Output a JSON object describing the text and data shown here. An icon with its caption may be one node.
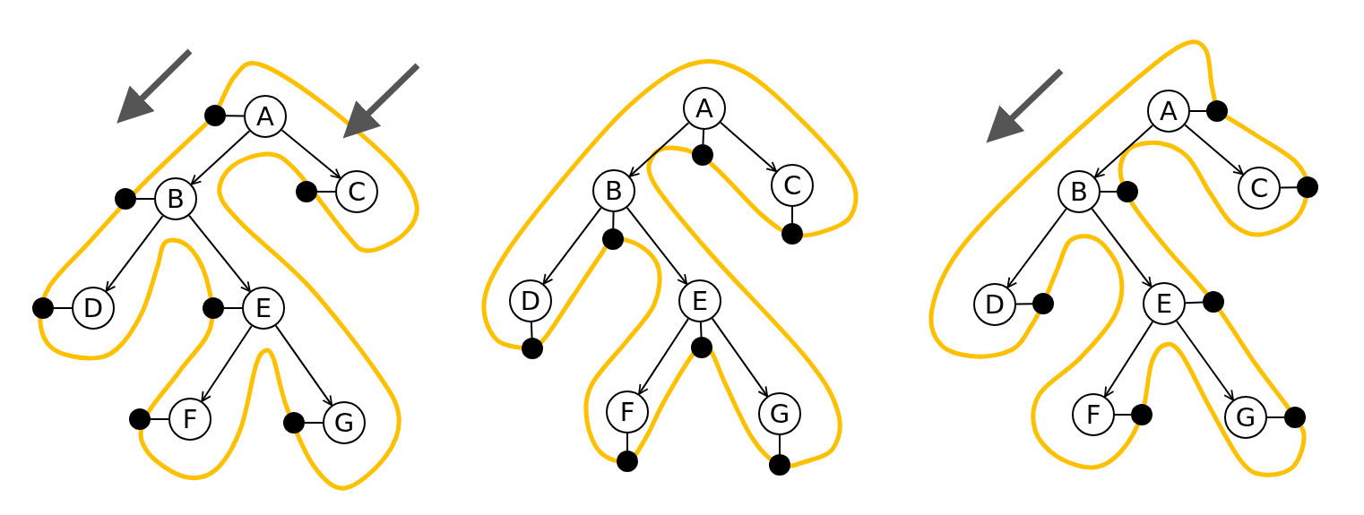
{
  "diagram": {
    "nodes": [
      {
        "text": [
          "A"
        ]
      },
      {
        "text": [
          "B"
        ]
      },
      {
        "text": [
          "C"
        ]
      },
      {
        "text": [
          "D"
        ]
      },
      {
        "text": [
          "E"
        ]
      },
      {
        "text": [
          "F"
        ]
      },
      {
        "text": [
          "G"
        ]
      },
      {
        "text": [],
        "shape": "circle"
      },
      {
        "text": [],
        "shape": "circle"
      },
      {
        "text": [],
        "shape": "circle"
      },
      {
        "text": [],
        "shape": "circle"
      },
      {
        "text": [],
        "shape": "circle"
      },
      {
        "text": [],
        "shape": "circle"
      },
      {
        "text": [],
        "shape": "circle"
      },
      {
        "text": [
          "A"
        ]
      },
      {
        "text": [
          "B"
        ]
      },
      {
        "text": [
          "C"
        ]
      },
      {
        "text": [
          "D"
        ]
      },
      {
        "text": [
          "E"
        ]
      },
      {
        "text": [
          "F"
        ]
      },
      {
        "text": [
          "G"
        ]
      },
      {
        "text": [],
        "shape": "circle"
      },
      {
        "text": [],
        "shape": "circle"
      },
      {
        "text": [],
        "shape": "circle"
      },
      {
        "text": [],
        "shape": "circle"
      },
      {
        "text": [],
        "shape": "circle"
      },
      {
        "text": [],
        "shape": "circle"
      },
      {
        "text": [],
        "shape": "circle"
      },
      {
        "text": [
          "A"
        ]
      },
      {
        "text": [
          "B"
        ]
      },
      {
        "text": [
          "C"
        ]
      },
      {
        "text": [
          "D"
        ]
      },
      {
        "text": [
          "E"
        ]
      },
      {
        "text": [
          "F"
        ]
      },
      {
        "text": [
          "G"
        ]
      },
      {
        "text": [],
        "shape": "circle"
      },
      {
        "text": [],
        "shape": "circle"
      },
      {
        "text": [],
        "shape": "circle"
      },
      {
        "text": [],
        "shape": "circle"
      },
      {
        "text": [],
        "shape": "circle"
      },
      {
        "text": [],
        "shape": "circle"
      },
      {
        "text": [],
        "shape": "circle"
      }
    ],
    "edges": [
      {
        "from": 0,
        "to": 1,
        "arrow": "to"
      },
      {
        "from": 0,
        "to": 2,
        "arrow": "to"
      },
      {
        "from": 1,
        "to": 3,
        "arrow": "to"
      },
      {
        "from": 1,
        "to": 4,
        "arrow": "to"
      },
      {
        "from": 4,
        "to": 5,
        "arrow": "to"
      },
      {
        "from": 4,
        "to": 6,
        "arrow": "to"
      },
      {
        "from": 0,
        "to": 7,
        "arrow": "none"
      },
      {
        "from": 1,
        "to": 8,
        "arrow": "none"
      },
      {
        "from": 2,
        "to": 9,
        "arrow": "none"
      },
      {
        "from": 3,
        "to": 10,
        "arrow": "none"
      },
      {
        "from": 4,
        "to": 11,
        "arrow": "none"
      },
      {
        "from": 5,
        "to": 12,
        "arrow": "none"
      },
      {
        "from": 6,
        "to": 13,
        "arrow": "none"
      },
      {
        "from": 14,
        "to": 15,
        "arrow": "to"
      },
      {
        "from": 14,
        "to": 16,
        "arrow": "to"
      },
      {
        "from": 15,
        "to": 17,
        "arrow": "to"
      },
      {
        "from": 15,
        "to": 18,
        "arrow": "to"
      },
      {
        "from": 18,
        "to": 19,
        "arrow": "to"
      },
      {
        "from": 18,
        "to": 20,
        "arrow": "to"
      },
      {
        "from": 14,
        "to": 21,
        "arrow": "none"
      },
      {
        "from": 15,
        "to": 22,
        "arrow": "none"
      },
      {
        "from": 16,
        "to": 23,
        "arrow": "none"
      },
      {
        "from": 17,
        "to": 24,
        "arrow": "none"
      },
      {
        "from": 18,
        "to": 25,
        "arrow": "none"
      },
      {
        "from": 19,
        "to": 26,
        "arrow": "none"
      },
      {
        "from": 20,
        "to": 27,
        "arrow": "none"
      },
      {
        "from": 28,
        "to": 29,
        "arrow": "to"
      },
      {
        "from": 28,
        "to": 30,
        "arrow": "to"
      },
      {
        "from": 29,
        "to": 31,
        "arrow": "to"
      },
      {
        "from": 29,
        "to": 32,
        "arrow": "to"
      },
      {
        "from": 32,
        "to": 33,
        "arrow": "to"
      },
      {
        "from": 32,
        "to": 34,
        "arrow": "to"
      },
      {
        "from": 28,
        "to": 35,
        "arrow": "none"
      },
      {
        "from": 29,
        "to": 36,
        "arrow": "none"
      },
      {
        "from": 30,
        "to": 37,
        "arrow": "none"
      },
      {
        "from": 31,
        "to": 38,
        "arrow": "none"
      },
      {
        "from": 32,
        "to": 39,
        "arrow": "none"
      },
      {
        "from": 33,
        "to": 40,
        "arrow": "none"
      },
      {
        "from": 34,
        "to": 41,
        "arrow": "none"
      }
    ]
  }
}
